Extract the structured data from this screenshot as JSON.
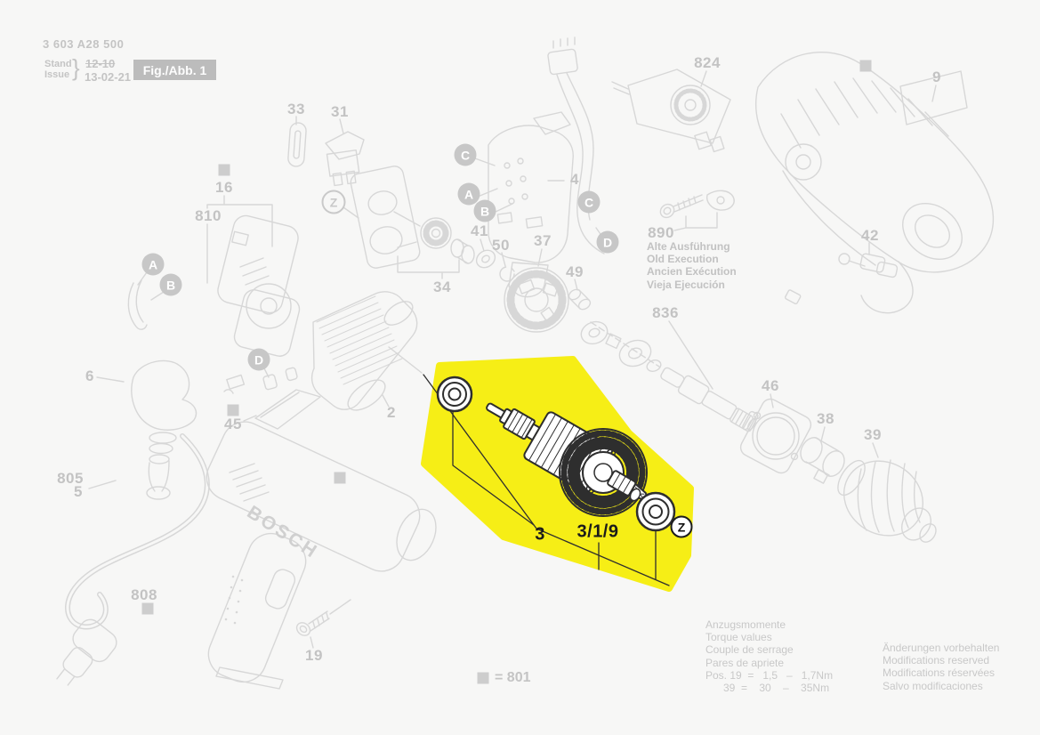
{
  "doc": {
    "part_number": "3 603 A28 500",
    "stand_label": "Stand",
    "issue_label": "Issue",
    "brace": "}",
    "date_old": "12-10",
    "date_new": "13-02-21",
    "fig_label": "Fig./Abb. 1"
  },
  "brand": "BOSCH",
  "legend": {
    "equals_text": "= 801"
  },
  "labels": {
    "p33": "33",
    "p31": "31",
    "p16": "16",
    "p810": "810",
    "p6": "6",
    "p805": "805",
    "p5": "5",
    "p808": "808",
    "p19": "19",
    "p45": "45",
    "p2": "2",
    "p34": "34",
    "p41": "41",
    "p50": "50",
    "p37": "37",
    "p49": "49",
    "p4": "4",
    "p824": "824",
    "p890": "890",
    "p9": "9",
    "p42": "42",
    "p836": "836",
    "p46": "46",
    "p38": "38",
    "p39": "39",
    "p3": "3",
    "p319": "3/1/9"
  },
  "ref_letters": {
    "a": "A",
    "b": "B",
    "c": "C",
    "d": "D",
    "z": "Z"
  },
  "notes": {
    "old_execution": {
      "lines": [
        "Alte Ausführung",
        "Old Execution",
        "Ancien Exécution",
        "Vieja Ejecución"
      ]
    },
    "torque": {
      "lines": [
        "Anzugsmomente",
        "Torque values",
        "Couple de serrage",
        "Pares de apriete"
      ],
      "row1": "Pos. 19  =   1,5   –   1,7Nm",
      "row2": "      39  =    30    –    35Nm"
    },
    "modifications": {
      "lines": [
        "Änderungen vorbehalten",
        "Modifications reserved",
        "Modifications réservées",
        "Salvo modificaciones"
      ]
    }
  },
  "colors": {
    "highlight_yellow": "#f6ee16",
    "line_gray": "#d7d7d7",
    "label_gray": "#c3c3c3",
    "dark_line": "#2e2e2e"
  }
}
